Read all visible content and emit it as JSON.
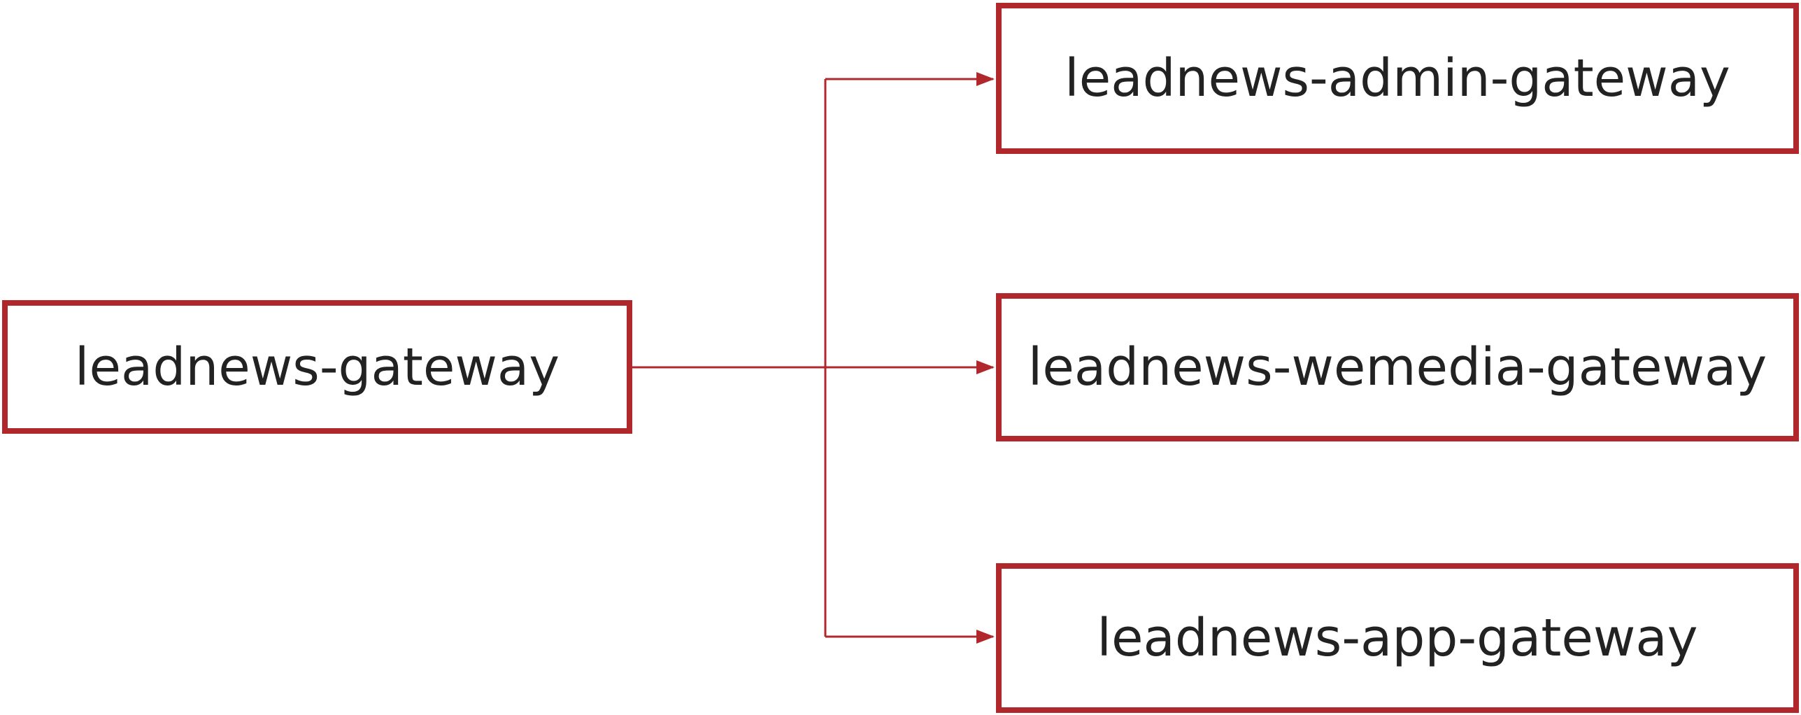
{
  "diagram": {
    "root": {
      "label": "leadnews-gateway"
    },
    "targets": [
      {
        "label": "leadnews-admin-gateway"
      },
      {
        "label": "leadnews-wemedia-gateway"
      },
      {
        "label": "leadnews-app-gateway"
      }
    ],
    "colors": {
      "border": "#b0282c",
      "text": "#222222",
      "line": "#b0282c"
    }
  }
}
